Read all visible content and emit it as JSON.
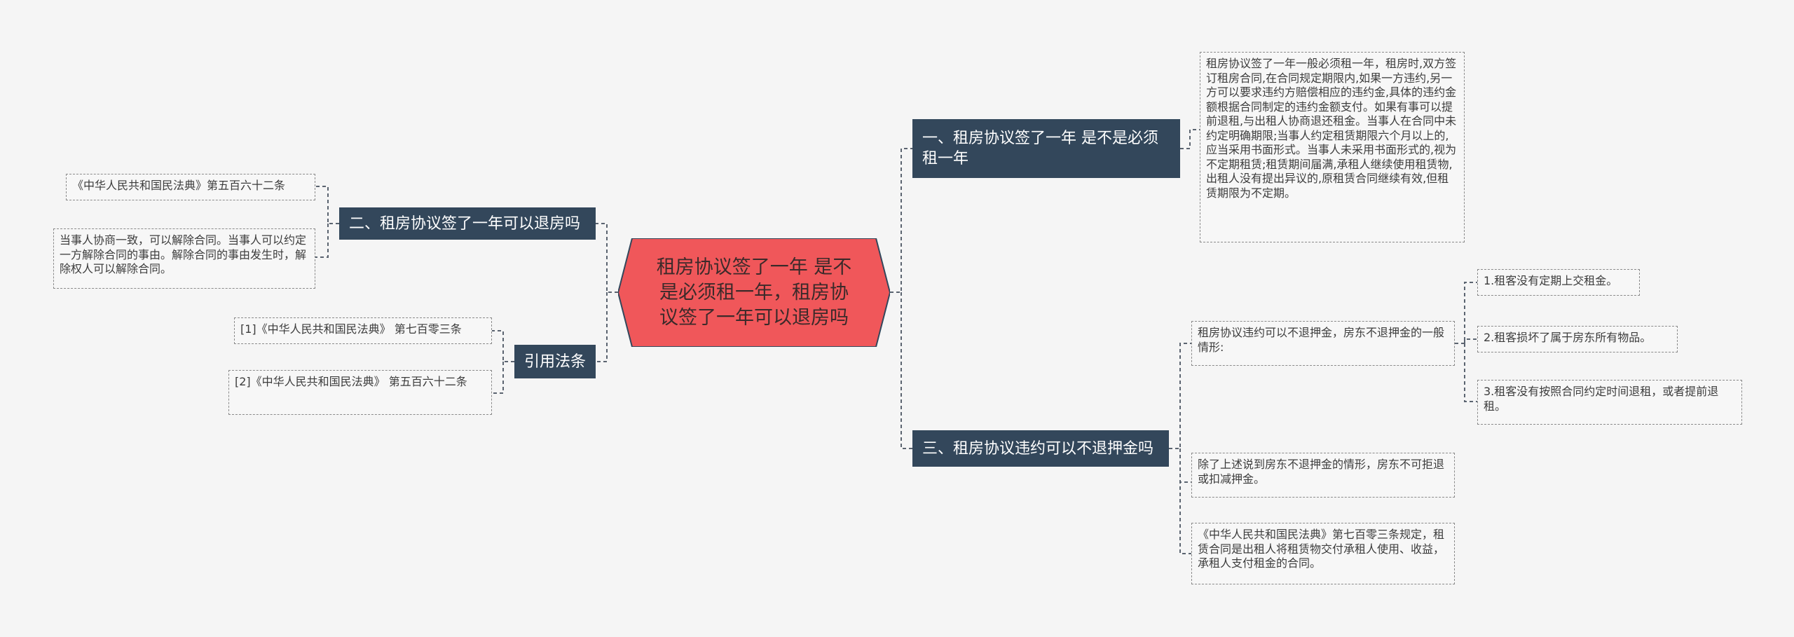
{
  "root": {
    "title": "租房协议签了一年 是不是必须租一年，租房协议签了一年可以退房吗"
  },
  "right": {
    "topic1": {
      "title": "一、租房协议签了一年 是不是必须租一年",
      "detail": "租房协议签了一年一般必须租一年，租房时,双方签订租房合同,在合同规定期限内,如果一方违约,另一方可以要求违约方赔偿相应的违约金,具体的违约金额根据合同制定的违约金额支付。如果有事可以提前退租,与出租人协商退还租金。当事人在合同中未约定明确期限;当事人约定租赁期限六个月以上的,应当采用书面形式。当事人未采用书面形式的,视为不定期租赁;租赁期间届满,承租人继续使用租赁物,出租人没有提出异议的,原租赁合同继续有效,但租赁期限为不定期。"
    },
    "topic3": {
      "title": "三、租房协议违约可以不退押金吗",
      "sub1": "租房协议违约可以不退押金，房东不退押金的一般情形:",
      "cases": [
        "1.租客没有定期上交租金。",
        "2.租客损坏了属于房东所有物品。",
        "3.租客没有按照合同约定时间退租，或者提前退租。"
      ],
      "sub2": "除了上述说到房东不退押金的情形，房东不可拒退或扣减押金。",
      "sub3": "《中华人民共和国民法典》第七百零三条规定，租赁合同是出租人将租赁物交付承租人使用、收益，承租人支付租金的合同。"
    }
  },
  "left": {
    "topic2": {
      "title": "二、租房协议签了一年可以退房吗",
      "law": "《中华人民共和国民法典》第五百六十二条",
      "text": "当事人协商一致，可以解除合同。当事人可以约定一方解除合同的事由。解除合同的事由发生时，解除权人可以解除合同。"
    },
    "cite": {
      "title": "引用法条",
      "items": [
        "[1]《中华人民共和国民法典》 第七百零三条",
        "[2]《中华人民共和国民法典》 第五百六十二条"
      ]
    }
  },
  "colors": {
    "root_fill": "#f0575a",
    "topic_fill": "#33475b",
    "line": "#5b6470",
    "background": "#f5f5f5"
  }
}
